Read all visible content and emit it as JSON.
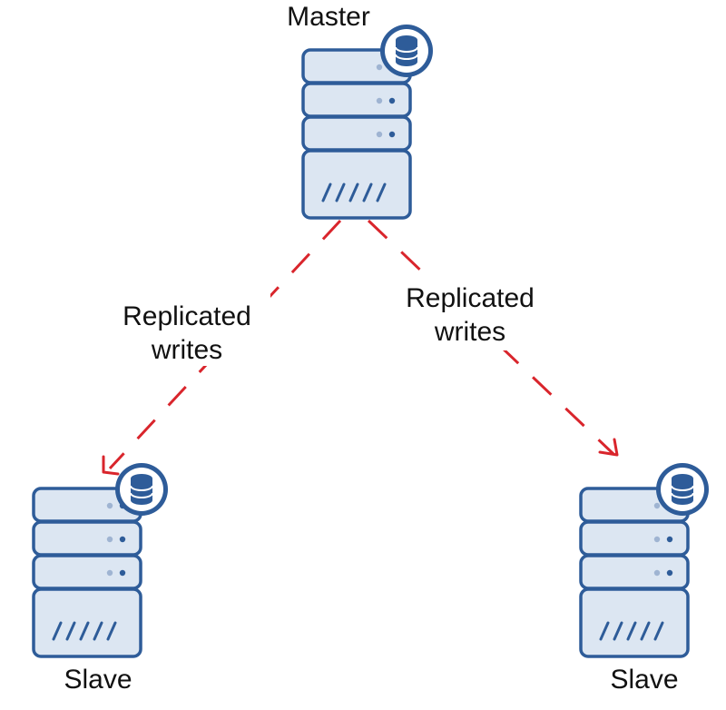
{
  "nodes": {
    "master": {
      "label": "Master",
      "icon": "database-server-icon",
      "badge_icon": "database-icon"
    },
    "slave_left": {
      "label": "Slave",
      "icon": "database-server-icon",
      "badge_icon": "database-icon"
    },
    "slave_right": {
      "label": "Slave",
      "icon": "database-server-icon",
      "badge_icon": "database-icon"
    }
  },
  "edges": {
    "left": {
      "label_line1": "Replicated",
      "label_line2": "writes",
      "style": "dashed",
      "direction": "master-to-slave"
    },
    "right": {
      "label_line1": "Replicated",
      "label_line2": "writes",
      "style": "dashed",
      "direction": "master-to-slave"
    }
  },
  "colors": {
    "server_fill": "#dce6f2",
    "server_stroke": "#2e5c99",
    "badge_fill": "#ffffff",
    "edge": "#d9252c",
    "text": "#111111"
  }
}
